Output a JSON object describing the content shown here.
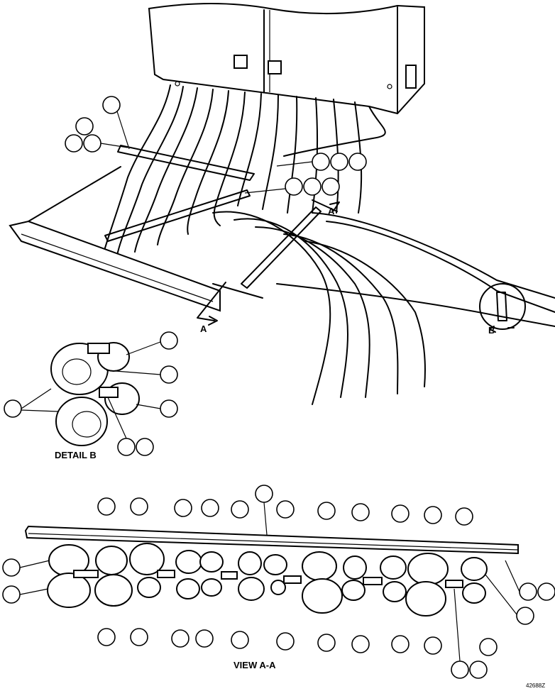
{
  "labels": {
    "section_top": "A",
    "section_bottom": "A",
    "detail_arrow": "B",
    "detail_b_caption": "DETAIL B",
    "view_caption": "VIEW A-A",
    "figure_number": "42688Z"
  }
}
